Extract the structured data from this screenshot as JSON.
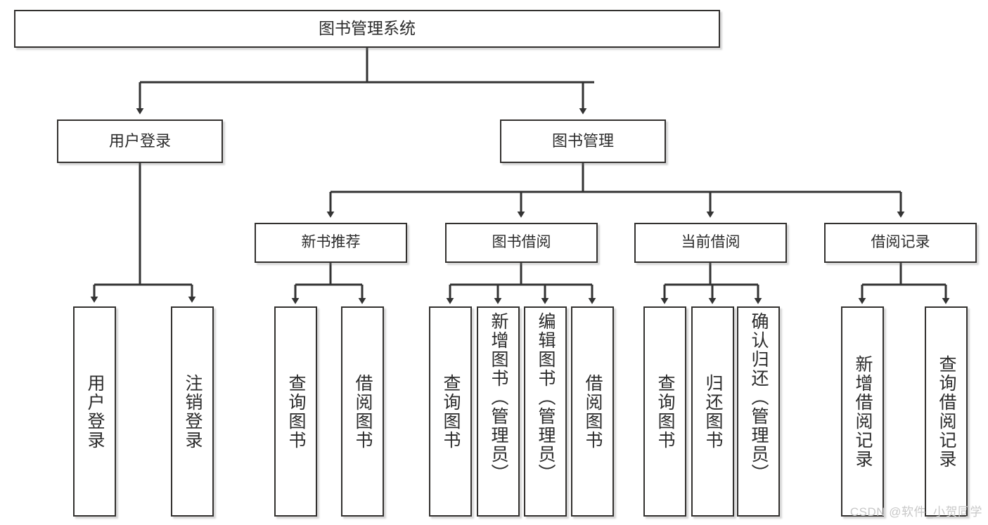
{
  "diagram": {
    "title": "图书管理系统",
    "type": "tree",
    "watermark": "CSDN @软件_小贺同学",
    "colors": {
      "box_border": "#33312f",
      "box_fill": "#ffffff",
      "connector": "#333333",
      "text": "#2b2b2b",
      "watermark": "#c8c8c8"
    },
    "root": {
      "label": "图书管理系统"
    },
    "tier1": [
      {
        "label": "用户登录"
      },
      {
        "label": "图书管理"
      }
    ],
    "tier2": [
      {
        "label": "新书推荐"
      },
      {
        "label": "图书借阅"
      },
      {
        "label": "当前借阅"
      },
      {
        "label": "借阅记录"
      }
    ],
    "leaves": [
      {
        "label": "用户登录",
        "parent": "用户登录"
      },
      {
        "label": "注销登录",
        "parent": "用户登录"
      },
      {
        "label": "查询图书",
        "parent": "新书推荐"
      },
      {
        "label": "借阅图书",
        "parent": "新书推荐"
      },
      {
        "label": "查询图书",
        "parent": "图书借阅"
      },
      {
        "label": "新增图书（管理员）",
        "parent": "图书借阅"
      },
      {
        "label": "编辑图书（管理员）",
        "parent": "图书借阅"
      },
      {
        "label": "借阅图书",
        "parent": "图书借阅"
      },
      {
        "label": "查询图书",
        "parent": "当前借阅"
      },
      {
        "label": "归还图书",
        "parent": "当前借阅"
      },
      {
        "label": "确认归还（管理员）",
        "parent": "当前借阅"
      },
      {
        "label": "新增借阅记录",
        "parent": "借阅记录"
      },
      {
        "label": "查询借阅记录",
        "parent": "借阅记录"
      }
    ]
  }
}
